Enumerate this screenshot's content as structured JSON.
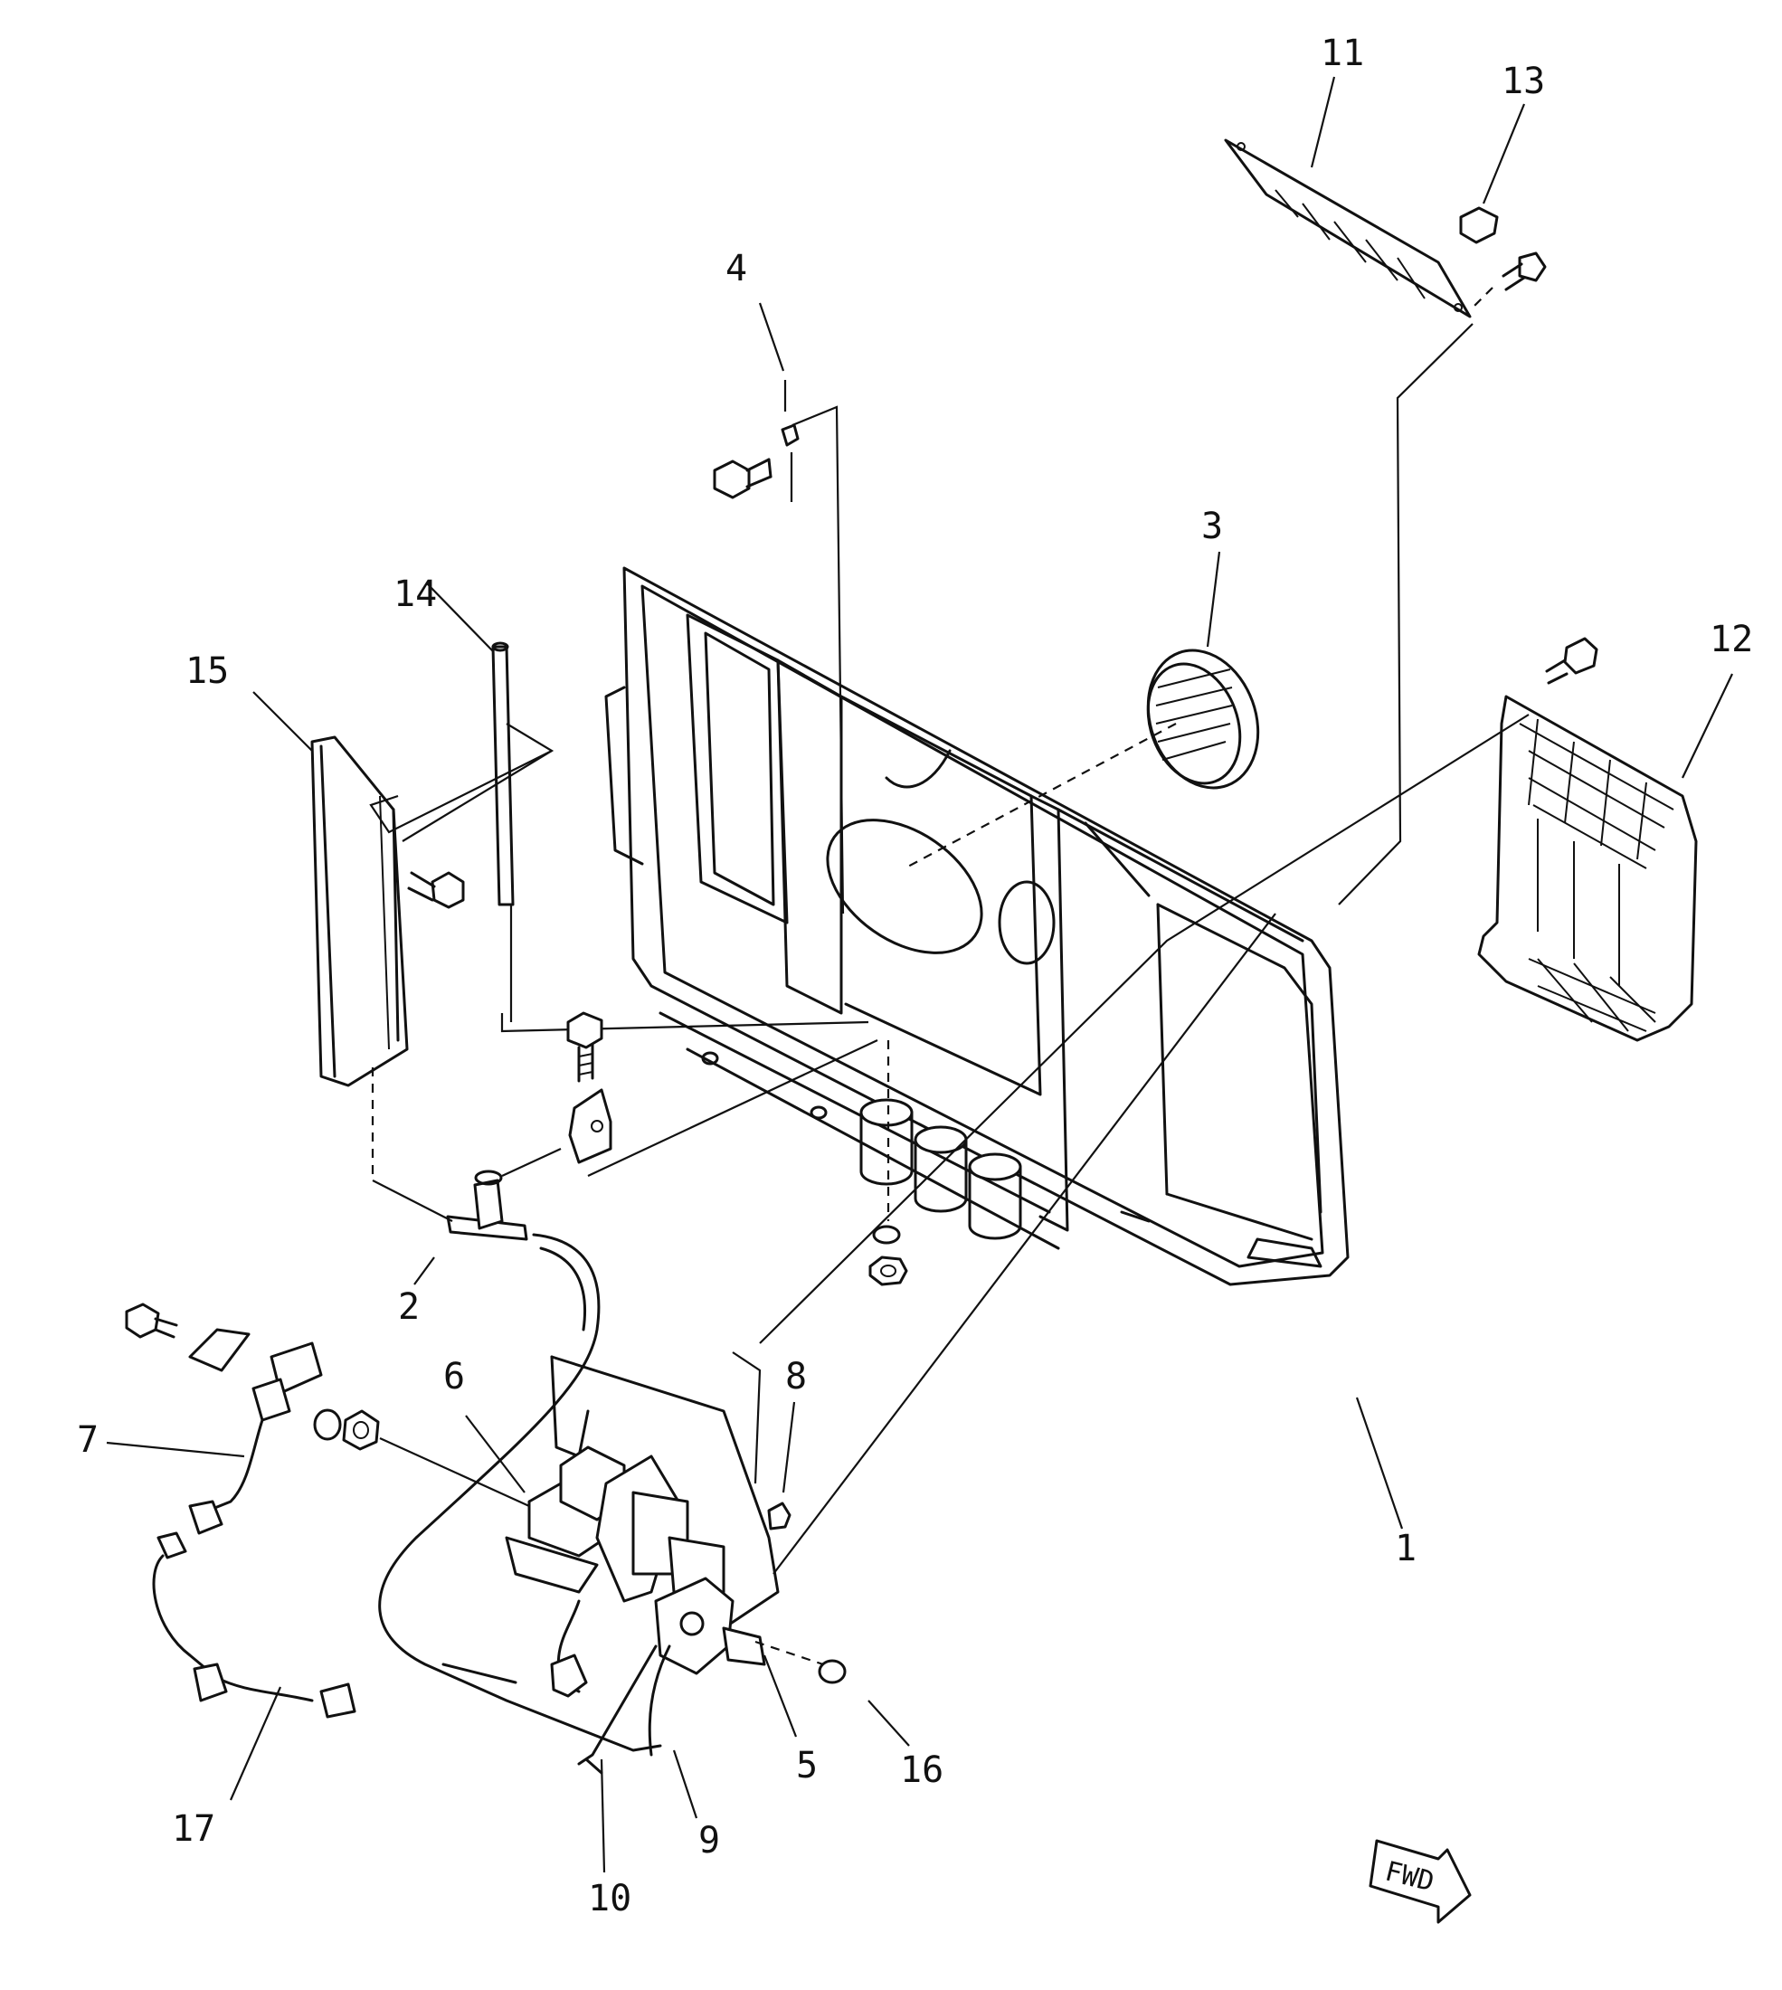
{
  "diagram": {
    "callouts": [
      {
        "id": "c1",
        "label": "1"
      },
      {
        "id": "c2",
        "label": "2"
      },
      {
        "id": "c3",
        "label": "3"
      },
      {
        "id": "c4",
        "label": "4"
      },
      {
        "id": "c5",
        "label": "5"
      },
      {
        "id": "c6",
        "label": "6"
      },
      {
        "id": "c7",
        "label": "7"
      },
      {
        "id": "c8",
        "label": "8"
      },
      {
        "id": "c9",
        "label": "9"
      },
      {
        "id": "c10",
        "label": "10"
      },
      {
        "id": "c11",
        "label": "11"
      },
      {
        "id": "c12",
        "label": "12"
      },
      {
        "id": "c13",
        "label": "13"
      },
      {
        "id": "c14",
        "label": "14"
      },
      {
        "id": "c15",
        "label": "15"
      },
      {
        "id": "c16",
        "label": "16"
      },
      {
        "id": "c17",
        "label": "17"
      }
    ],
    "direction_badge": "FWD"
  }
}
